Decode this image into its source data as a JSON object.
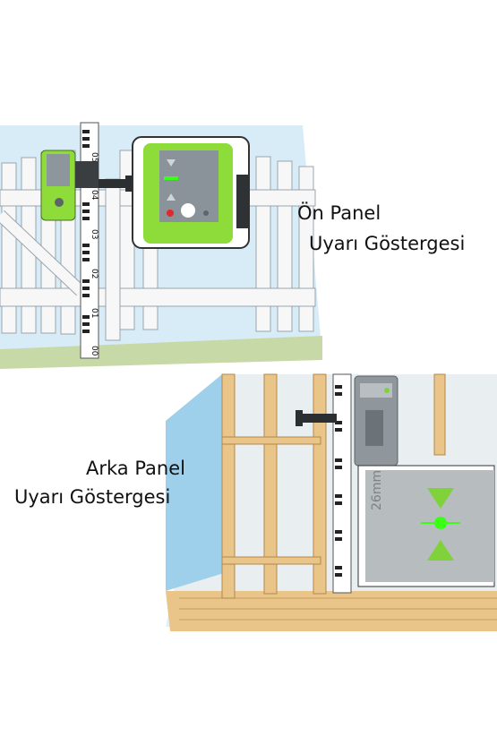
{
  "front_panel": {
    "label_line1": "Ön Panel",
    "label_line2": "Uyarı Göstergesi",
    "accent_color": "#8ddc3a"
  },
  "back_panel": {
    "label_line1": "Arka Panel",
    "label_line2": "Uyarı Göstergesi",
    "accent_color": "#7fd23a",
    "device_marking": "26mm"
  },
  "rod_markings": [
    "05",
    "04",
    "03",
    "02",
    "01",
    "00"
  ],
  "icons": [
    "laser-receiver-icon",
    "level-rod-icon",
    "fence-icon",
    "wall-frame-icon"
  ]
}
